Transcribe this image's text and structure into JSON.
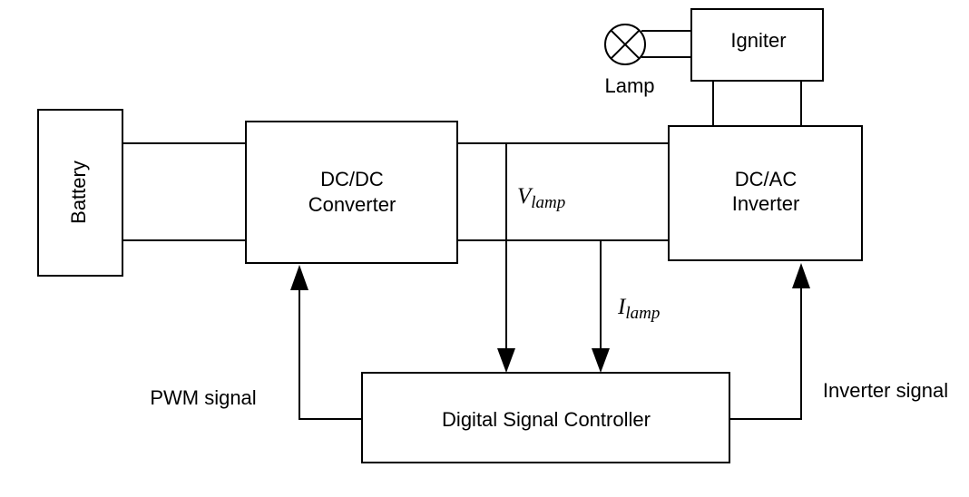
{
  "blocks": {
    "battery": "Battery",
    "dcdc_line1": "DC/DC",
    "dcdc_line2": "Converter",
    "dcac_line1": "DC/AC",
    "dcac_line2": "Inverter",
    "igniter": "Igniter",
    "controller": "Digital Signal Controller"
  },
  "lamp": {
    "label": "Lamp"
  },
  "signals": {
    "pwm": "PWM signal",
    "inverter": "Inverter signal",
    "v_lamp_symbol": "V",
    "v_lamp_subscript": "lamp",
    "i_lamp_symbol": "I",
    "i_lamp_subscript": "lamp"
  }
}
